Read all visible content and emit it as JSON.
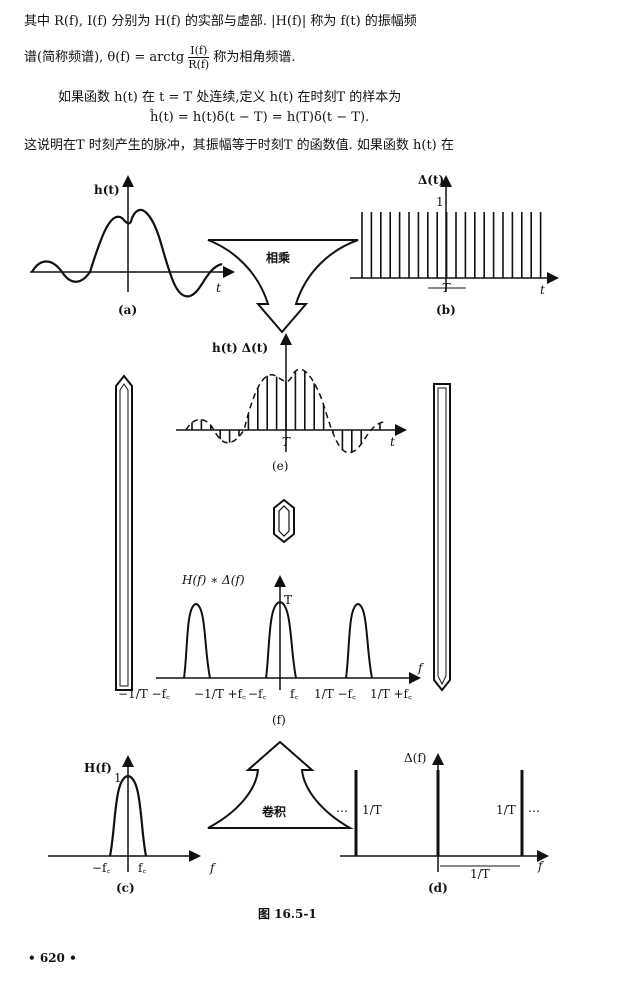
{
  "text": {
    "line1": "其中 R(f), I(f) 分别为 H(f) 的实部与虚部. |H(f)| 称为 f(t) 的振幅频",
    "line2_a": "谱(简称频谱), θ(f) = arctg ",
    "line2_frac_num": "I(f)",
    "line2_frac_den": "R(f)",
    "line2_b": " 称为相角频谱.",
    "line3": "如果函数 h(t) 在 t = T 处连续,定义 h(t) 在时刻T 的样本为",
    "line4": "ĥ(t) = h(t)δ(t − T) = h(T)δ(t − T).",
    "line5": "这说明在T 时刻产生的脉冲，其振幅等于时刻T 的函数值.  如果函数 h(t) 在"
  },
  "figure": {
    "panel_a": {
      "ylabel": "h(t)",
      "xlabel": "t",
      "caption": "(a)"
    },
    "panel_b": {
      "ylabel": "Δ(t)",
      "tick_one": "1",
      "period": "T",
      "xlabel": "t",
      "caption": "(b)"
    },
    "arrow_top": "相乘",
    "panel_e": {
      "ylabel": "h(t) Δ(t)",
      "period": "T",
      "xlabel": "t",
      "caption": "(e)"
    },
    "panel_f": {
      "ylabel": "H(f) ∗ Δ(f)",
      "mark": "T",
      "xlabel": "f",
      "caption": "(f)"
    },
    "panel_f_ticks": [
      "−1/T −f꜀",
      "−1/T +f꜀",
      "−f꜀",
      "f꜀",
      "1/T −f꜀",
      "1/T +f꜀"
    ],
    "panel_c": {
      "ylabel": "H(f)",
      "peak": "1",
      "tick_l": "−f꜀",
      "tick_r": "f꜀",
      "xlabel": "f",
      "caption": "(c)"
    },
    "arrow_bottom": "卷积",
    "panel_d": {
      "ylabel": "Δ(f)",
      "amp": "1/T",
      "period": "1/T",
      "xlabel": "f",
      "caption": "(d)"
    },
    "fig_caption": "图  16.5-1",
    "page_number": "• 620 •"
  }
}
